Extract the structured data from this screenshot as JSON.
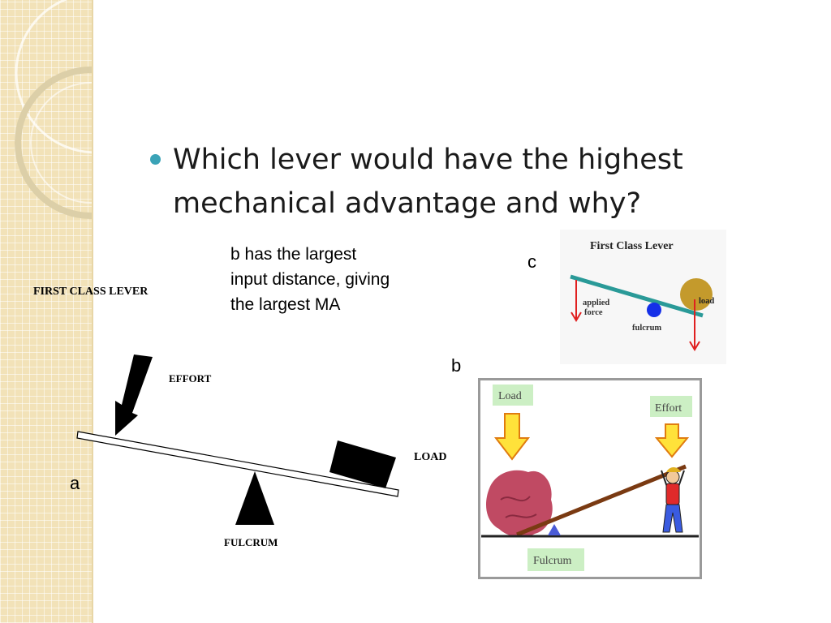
{
  "slide": {
    "question": "Which lever would have the highest mechanical advantage and why?",
    "answer": "b  has the largest input distance, giving the largest MA"
  },
  "labels": {
    "a": "a",
    "b": "b",
    "c": "c"
  },
  "figure_a": {
    "title": "FIRST CLASS LEVER",
    "effort": "EFFORT",
    "load": "LOAD",
    "fulcrum": "FULCRUM"
  },
  "figure_b": {
    "load": "Load",
    "effort": "Effort",
    "fulcrum": "Fulcrum"
  },
  "figure_c": {
    "title": "First Class Lever",
    "applied": "applied",
    "force": "force",
    "fulcrum": "fulcrum",
    "load": "load"
  },
  "colors": {
    "accent": "#3aa3b7",
    "strip": "#f2e2b8",
    "lever_c": "#2a9a98",
    "arrow_red": "#e02020",
    "arrow_yellow": "#ffe23a",
    "label_green": "#ccefc4"
  }
}
